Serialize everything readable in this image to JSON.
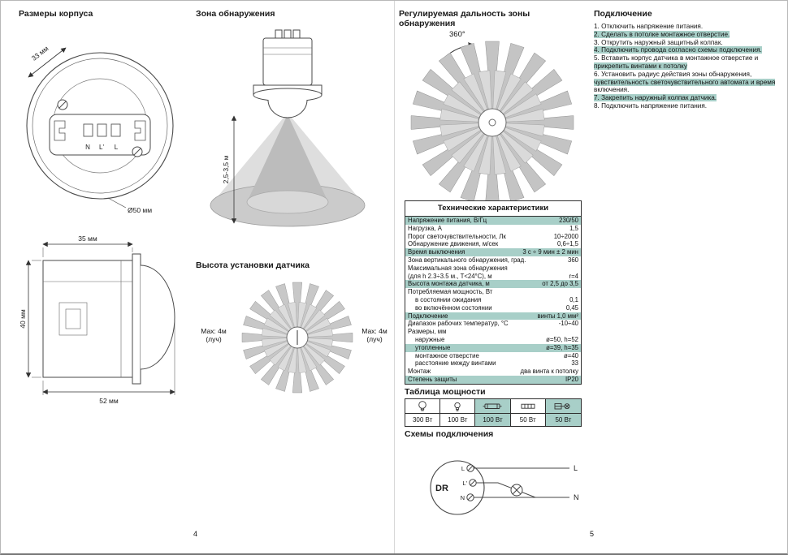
{
  "page": {
    "left_number": "4",
    "right_number": "5"
  },
  "colors": {
    "highlight": "#a8cfc8"
  },
  "sections": {
    "dimensions": {
      "title": "Размеры корпуса",
      "dim_screw_spacing": "33 мм",
      "dim_outer": "Ø50 мм",
      "terminals": {
        "n": "N",
        "l1": "L'",
        "l2": "L"
      },
      "dim_width": "35 мм",
      "dim_height": "40 мм",
      "dim_total": "52 мм"
    },
    "detection_zone": {
      "title": "Зона обнаружения",
      "height_range": "2,5-3,5 м"
    },
    "install_height": {
      "title": "Высота установки датчика",
      "left_max": "Мах: 4м",
      "left_unit": "(луч)",
      "right_max": "Мах: 4м",
      "right_unit": "(луч)"
    },
    "adjustable_range": {
      "title": "Регулируемая дальность зоны обнаружения",
      "angle": "360°"
    },
    "specs": {
      "title": "Технические характеристики",
      "rows": [
        {
          "label": "Напряжение питания, В/Гц",
          "value": "230/50",
          "hl": true
        },
        {
          "label": "Нагрузка, А",
          "value": "1,5",
          "hl": false
        },
        {
          "label": "Порог светочувствительности, Лк",
          "value": "10÷2000",
          "hl": false
        },
        {
          "label": "Обнаружение движения, м/сек",
          "value": "0,6÷1,5",
          "hl": false
        },
        {
          "label": "Время выключения",
          "value": "3 с ÷ 9 мин ± 2 мин",
          "hl": true
        },
        {
          "label": "Зона вертикального обнаружения, град.",
          "value": "360",
          "hl": false
        },
        {
          "label": "Максимальная зона обнаружения",
          "value": "",
          "hl": false
        },
        {
          "label": "(для h 2.3÷3.5 м., Т<24°С), м",
          "value": "r=4",
          "hl": false
        },
        {
          "label": "Высота монтажа датчика, м",
          "value": "от 2,5 до 3,5",
          "hl": true
        },
        {
          "label": "Потребляемая мощность, Вт",
          "value": "",
          "hl": false
        },
        {
          "label": "в состоянии ожидания",
          "value": "0,1",
          "hl": false
        },
        {
          "label": "во включённом состоянии",
          "value": "0,45",
          "hl": false
        },
        {
          "label": "Подключение",
          "value": "винты 1,0 мм²",
          "hl": true
        },
        {
          "label": "Диапазон рабочих температур, °С",
          "value": "-10÷40",
          "hl": false
        },
        {
          "label": "Размеры, мм",
          "value": "",
          "hl": false
        },
        {
          "label": "наружные",
          "value": "ø=50, h=52",
          "hl": false
        },
        {
          "label": "утопленные",
          "value": "ø=39, h=35",
          "hl": true
        },
        {
          "label": "монтажное отверстие",
          "value": "ø=40",
          "hl": false
        },
        {
          "label": "расстояние между винтами",
          "value": "33",
          "hl": false
        },
        {
          "label": "Монтаж",
          "value": "два винта к потолку",
          "hl": false
        },
        {
          "label": "Степень защиты",
          "value": "IP20",
          "hl": true
        }
      ]
    },
    "power_table": {
      "title": "Таблица мощности",
      "columns": [
        {
          "icon": "incandescent-lamp-icon",
          "value": "300 Вт",
          "hl": false
        },
        {
          "icon": "halogen-lamp-icon",
          "value": "100 Вт",
          "hl": false
        },
        {
          "icon": "fluorescent-lamp-icon",
          "value": "100 Вт",
          "hl": true
        },
        {
          "icon": "energy-saving-lamp-icon",
          "value": "50 Вт",
          "hl": false
        },
        {
          "icon": "low-voltage-halogen-icon",
          "value": "50 Вт",
          "hl": true
        }
      ]
    },
    "wiring": {
      "title": "Схемы подключения",
      "device": "DR",
      "term_l": "L",
      "term_l2": "L'",
      "term_n": "N",
      "out_l": "L",
      "out_n": "N"
    },
    "connection": {
      "title": "Подключение",
      "lines": [
        {
          "text": "1. Отключить напряжение питания.",
          "hl": false
        },
        {
          "text": "2. Сделать в потолке монтажное отверстие.",
          "hl": true
        },
        {
          "text": "3. Открутить наружный защитный колпак.",
          "hl": false
        },
        {
          "text": "4. Подключить провода согласно схемы подключения.",
          "hl": true
        },
        {
          "text": "5. Вставить корпус датчика в монтажное отверстие и",
          "hl": false
        },
        {
          "text": "прикрепить винтами к потолку",
          "hl": true
        },
        {
          "text": "6. Установить радиус действия зоны обнаружения,",
          "hl": false
        },
        {
          "text": "чувствительность светочувствительного автомата и время",
          "hl": true
        },
        {
          "text": "включения.",
          "hl": false
        },
        {
          "text": "7. Закрепить наружный колпак датчика.",
          "hl": true
        },
        {
          "text": "8. Подключить напряжение питания.",
          "hl": false
        }
      ]
    }
  }
}
